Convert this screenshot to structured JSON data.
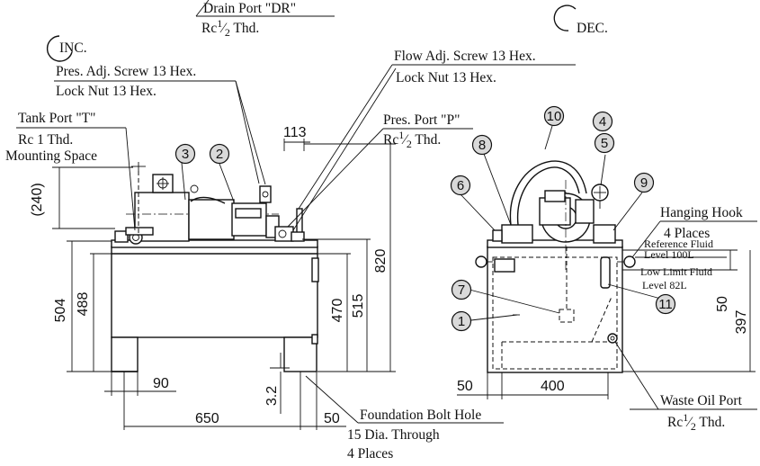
{
  "labels": {
    "drain_port_name": "Drain Port \"DR\"",
    "drain_port_thread": "Rc",
    "inc": "INC.",
    "dec": "DEC.",
    "pres_adj_screw": "Pres. Adj. Screw 13 Hex.",
    "lock_nut_left": "Lock Nut 13 Hex.",
    "flow_adj_screw": "Flow Adj. Screw 13 Hex.",
    "lock_nut_right": "Lock Nut 13 Hex.",
    "tank_port_name": "Tank Port \"T\"",
    "tank_port_thread": "Rc 1 Thd.",
    "mounting_space": "Mounting Space",
    "pres_port_name": "Pres. Port \"P\"",
    "pres_port_thread": "Rc",
    "hanging_hook": "Hanging Hook",
    "hanging_hook_places": "4 Places",
    "reference_fluid": "Reference Fluid",
    "reference_level": "Level 100L",
    "low_limit_fluid": "Low Limit Fluid",
    "low_limit_level": "Level 82L",
    "waste_oil_port_name": "Waste Oil Port",
    "waste_oil_port_thread": "Rc",
    "foundation_bolt_hole": "Foundation Bolt Hole",
    "foundation_dia": "15 Dia. Through",
    "foundation_places": "4 Places",
    "thread_sup": "1",
    "thread_sub": "2",
    "thread_suffix": "Thd."
  },
  "dimensions": {
    "d240": "(240)",
    "d113": "113",
    "d820": "820",
    "d504": "504",
    "d488": "488",
    "d470": "470",
    "d515": "515",
    "d90": "90",
    "d3_2": "3.2",
    "d650": "650",
    "d50_bottom": "50",
    "d50_left": "50",
    "d400": "400",
    "d50_right": "50",
    "d397": "397"
  },
  "balloons": [
    "1",
    "2",
    "3",
    "4",
    "5",
    "6",
    "7",
    "8",
    "9",
    "10",
    "11"
  ]
}
